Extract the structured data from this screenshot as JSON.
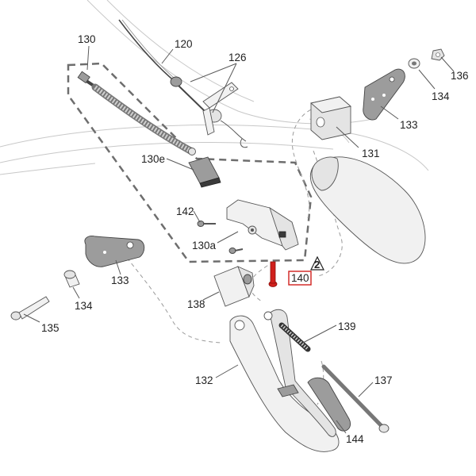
{
  "diagram": {
    "parts": {
      "p120": "120",
      "p126": "126",
      "p130": "130",
      "p130a": "130a",
      "p130e": "130e",
      "p131": "131",
      "p132": "132",
      "p133_top": "133",
      "p133_left": "133",
      "p134_top": "134",
      "p134_left": "134",
      "p135": "135",
      "p136": "136",
      "p137": "137",
      "p138": "138",
      "p139": "139",
      "p140": "140",
      "p142": "142",
      "p144": "144"
    },
    "note_marker": "2",
    "highlight_color": "#d0201c"
  }
}
